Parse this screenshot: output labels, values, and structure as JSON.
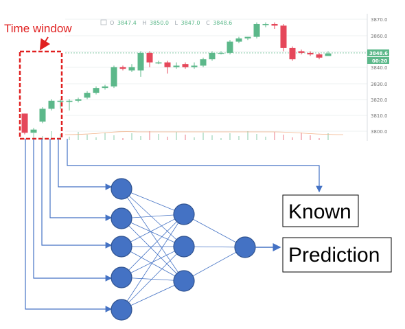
{
  "chart": {
    "ohlc": {
      "o_key": "O",
      "o_val": "3847.4",
      "h_key": "H",
      "h_val": "3850.0",
      "l_key": "L",
      "l_val": "3847.0",
      "c_key": "C",
      "c_val": "3848.6"
    },
    "price_tag": "3848.6",
    "time_tag": "00:20",
    "up_color": "#5cb88a",
    "down_color": "#e5475a"
  },
  "chart_data": {
    "type": "candlestick",
    "y_ticks": [
      "3870.0",
      "3860.0",
      "3850.0",
      "3840.0",
      "3830.0",
      "3820.0",
      "3810.0",
      "3800.0"
    ],
    "ylim": [
      3796,
      3872
    ],
    "candles": [
      {
        "o": 3811,
        "c": 3799,
        "h": 3811,
        "l": 3798
      },
      {
        "o": 3799,
        "c": 3801,
        "h": 3802,
        "l": 3799
      },
      {
        "o": 3806,
        "c": 3814,
        "h": 3815,
        "l": 3805
      },
      {
        "o": 3814,
        "c": 3819,
        "h": 3820,
        "l": 3813
      },
      {
        "o": 3819,
        "c": 3819,
        "h": 3820,
        "l": 3814
      },
      {
        "o": 3819,
        "c": 3819,
        "h": 3820,
        "l": 3813
      },
      {
        "o": 3819,
        "c": 3820,
        "h": 3821,
        "l": 3818
      },
      {
        "o": 3821,
        "c": 3824,
        "h": 3825,
        "l": 3820
      },
      {
        "o": 3824,
        "c": 3827,
        "h": 3828,
        "l": 3823
      },
      {
        "o": 3827,
        "c": 3828,
        "h": 3829,
        "l": 3826
      },
      {
        "o": 3828,
        "c": 3840,
        "h": 3841,
        "l": 3827
      },
      {
        "o": 3840,
        "c": 3839,
        "h": 3841,
        "l": 3838
      },
      {
        "o": 3838,
        "c": 3840,
        "h": 3842,
        "l": 3837
      },
      {
        "o": 3838,
        "c": 3849,
        "h": 3850,
        "l": 3834
      },
      {
        "o": 3849,
        "c": 3843,
        "h": 3850,
        "l": 3840
      },
      {
        "o": 3843,
        "c": 3843,
        "h": 3844,
        "l": 3842
      },
      {
        "o": 3843,
        "c": 3840,
        "h": 3844,
        "l": 3836
      },
      {
        "o": 3840,
        "c": 3841,
        "h": 3843,
        "l": 3839
      },
      {
        "o": 3842,
        "c": 3840,
        "h": 3843,
        "l": 3839
      },
      {
        "o": 3840,
        "c": 3841,
        "h": 3843,
        "l": 3839
      },
      {
        "o": 3841,
        "c": 3845,
        "h": 3846,
        "l": 3840
      },
      {
        "o": 3845,
        "c": 3849,
        "h": 3850,
        "l": 3844
      },
      {
        "o": 3849,
        "c": 3849,
        "h": 3850,
        "l": 3848
      },
      {
        "o": 3849,
        "c": 3856,
        "h": 3857,
        "l": 3848
      },
      {
        "o": 3856,
        "c": 3858,
        "h": 3859,
        "l": 3855
      },
      {
        "o": 3858,
        "c": 3859,
        "h": 3859,
        "l": 3857
      },
      {
        "o": 3859,
        "c": 3867,
        "h": 3868,
        "l": 3858
      },
      {
        "o": 3867,
        "c": 3867,
        "h": 3868,
        "l": 3865
      },
      {
        "o": 3867,
        "c": 3866,
        "h": 3868,
        "l": 3864
      },
      {
        "o": 3866,
        "c": 3852,
        "h": 3867,
        "l": 3850
      },
      {
        "o": 3852,
        "c": 3845,
        "h": 3853,
        "l": 3844
      },
      {
        "o": 3850,
        "c": 3849,
        "h": 3851,
        "l": 3848
      },
      {
        "o": 3849,
        "c": 3848,
        "h": 3850,
        "l": 3847
      },
      {
        "o": 3848,
        "c": 3846,
        "h": 3849,
        "l": 3845
      },
      {
        "o": 3847,
        "c": 3848.6,
        "h": 3850,
        "l": 3847
      }
    ]
  },
  "diagram": {
    "time_window_label": "Time window",
    "known_label": "Known",
    "prediction_label": "Prediction",
    "arrow_color": "#4472c4",
    "node_fill": "#4472c4",
    "node_stroke": "#2f528f",
    "highlight_color": "#e02020"
  }
}
